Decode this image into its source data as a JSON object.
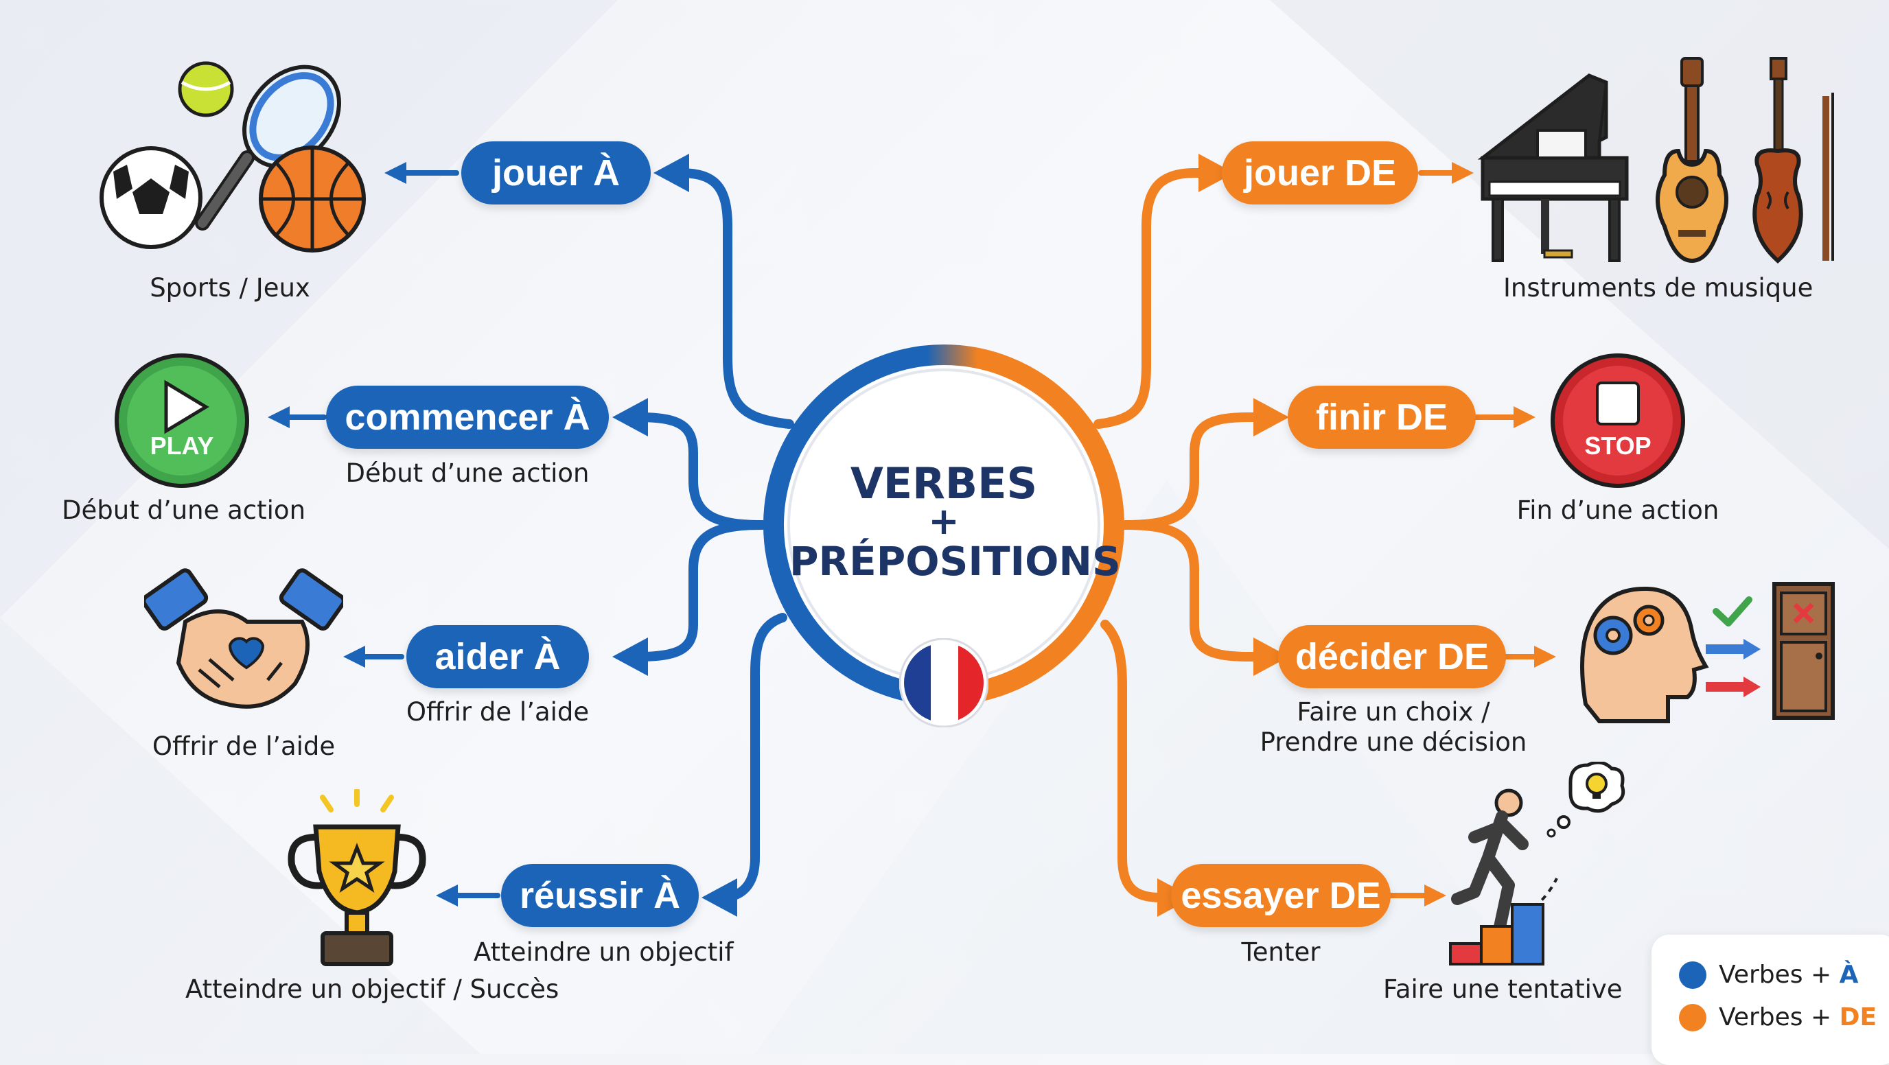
{
  "colors": {
    "blue": "#1b64b8",
    "orange": "#f28121",
    "title": "#1c3566"
  },
  "center": {
    "line1": "VERBES",
    "plus": "+",
    "line2": "PRÉPOSITIONS",
    "flag_icon": "france-flag-icon"
  },
  "left_branches": [
    {
      "verb": "jouer À",
      "caption": "",
      "icon": "sports-balls-icon",
      "icon_caption": "Sports / Jeux"
    },
    {
      "verb": "commencer À",
      "caption": "Début d’une action",
      "icon": "play-button-icon",
      "icon_label": "PLAY",
      "icon_caption": "Début d’une action"
    },
    {
      "verb": "aider À",
      "caption": "Offrir de l’aide",
      "icon": "handshake-icon",
      "icon_caption": "Offrir de l’aide"
    },
    {
      "verb": "réussir À",
      "caption": "Atteindre un objectif",
      "icon": "trophy-icon",
      "icon_caption": "Atteindre un objectif / Succès"
    }
  ],
  "right_branches": [
    {
      "verb": "jouer DE",
      "caption": "",
      "icon": "musical-instruments-icon",
      "icon_caption": "Instruments de musique"
    },
    {
      "verb": "finir DE",
      "caption": "",
      "icon": "stop-button-icon",
      "icon_label": "STOP",
      "icon_caption": "Fin d’une action"
    },
    {
      "verb": "décider DE",
      "caption": "Faire un choix /\nPrendre une décision",
      "icon": "decision-head-icon",
      "icon_caption": ""
    },
    {
      "verb": "essayer DE",
      "caption": "Tenter",
      "icon": "climbing-steps-icon",
      "icon_caption": "Faire une tentative"
    }
  ],
  "legend": [
    {
      "prefix": "Verbes + ",
      "accent": "À",
      "color": "#1b64b8"
    },
    {
      "prefix": "Verbes + ",
      "accent": "DE",
      "color": "#f28121"
    }
  ]
}
